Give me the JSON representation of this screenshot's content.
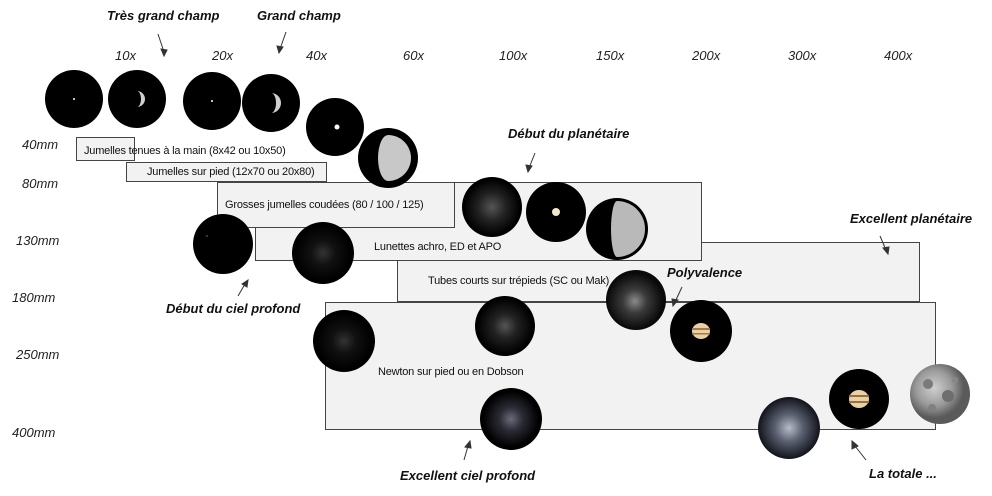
{
  "magnifications": [
    "10x",
    "20x",
    "40x",
    "60x",
    "100x",
    "150x",
    "200x",
    "300x",
    "400x"
  ],
  "apertures": [
    "40mm",
    "80mm",
    "130mm",
    "180mm",
    "250mm",
    "400mm"
  ],
  "instruments": [
    "Jumelles tenues à la main (8x42 ou 10x50)",
    "Jumelles sur pied (12x70 ou 20x80)",
    "Grosses jumelles coudées (80 / 100 / 125)",
    "Lunettes achro, ED et APO",
    "Tubes courts sur trépieds (SC ou Mak)",
    "Newton sur pied ou en Dobson"
  ],
  "annotations": {
    "tres_grand_champ": "Très grand champ",
    "grand_champ": "Grand champ",
    "debut_planetaire": "Début du planétaire",
    "excellent_planetaire": "Excellent planétaire",
    "polyvalence": "Polyvalence",
    "debut_ciel_profond": "Début du ciel profond",
    "excellent_ciel_profond": "Excellent ciel profond",
    "la_totale": "La totale ..."
  }
}
